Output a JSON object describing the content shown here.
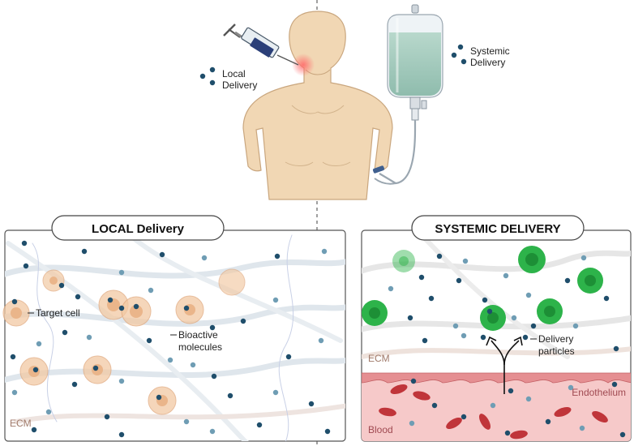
{
  "labels": {
    "local_delivery_top": [
      "Local",
      "Delivery"
    ],
    "systemic_delivery_top": [
      "Systemic",
      "Delivery"
    ]
  },
  "panels": {
    "local": {
      "title": "LOCAL Delivery",
      "target_cell": "Target cell",
      "bioactive": [
        "Bioactive",
        "molecules"
      ],
      "ecm": "ECM"
    },
    "systemic": {
      "title": "SYSTEMIC DELIVERY",
      "delivery_particles": [
        "Delivery",
        "particles"
      ],
      "ecm": "ECM",
      "endothelium": "Endothelium",
      "blood": "Blood"
    }
  },
  "colors": {
    "particle_dark": "#1f4e6b",
    "particle_light": "#6f9db4",
    "skin": "#f1d7b4",
    "skin_outline": "#c9a67e",
    "local_cell": "#f2c9a3",
    "systemic_cell": "#2db34a",
    "vessel": "#f6c9c9",
    "rbc": "#c0353a",
    "iv_fluid": "#9fc7b9"
  },
  "icons": [
    "syringe-icon",
    "iv-bag-icon",
    "human-figure-icon",
    "cell-icon",
    "red-blood-cell-icon"
  ]
}
